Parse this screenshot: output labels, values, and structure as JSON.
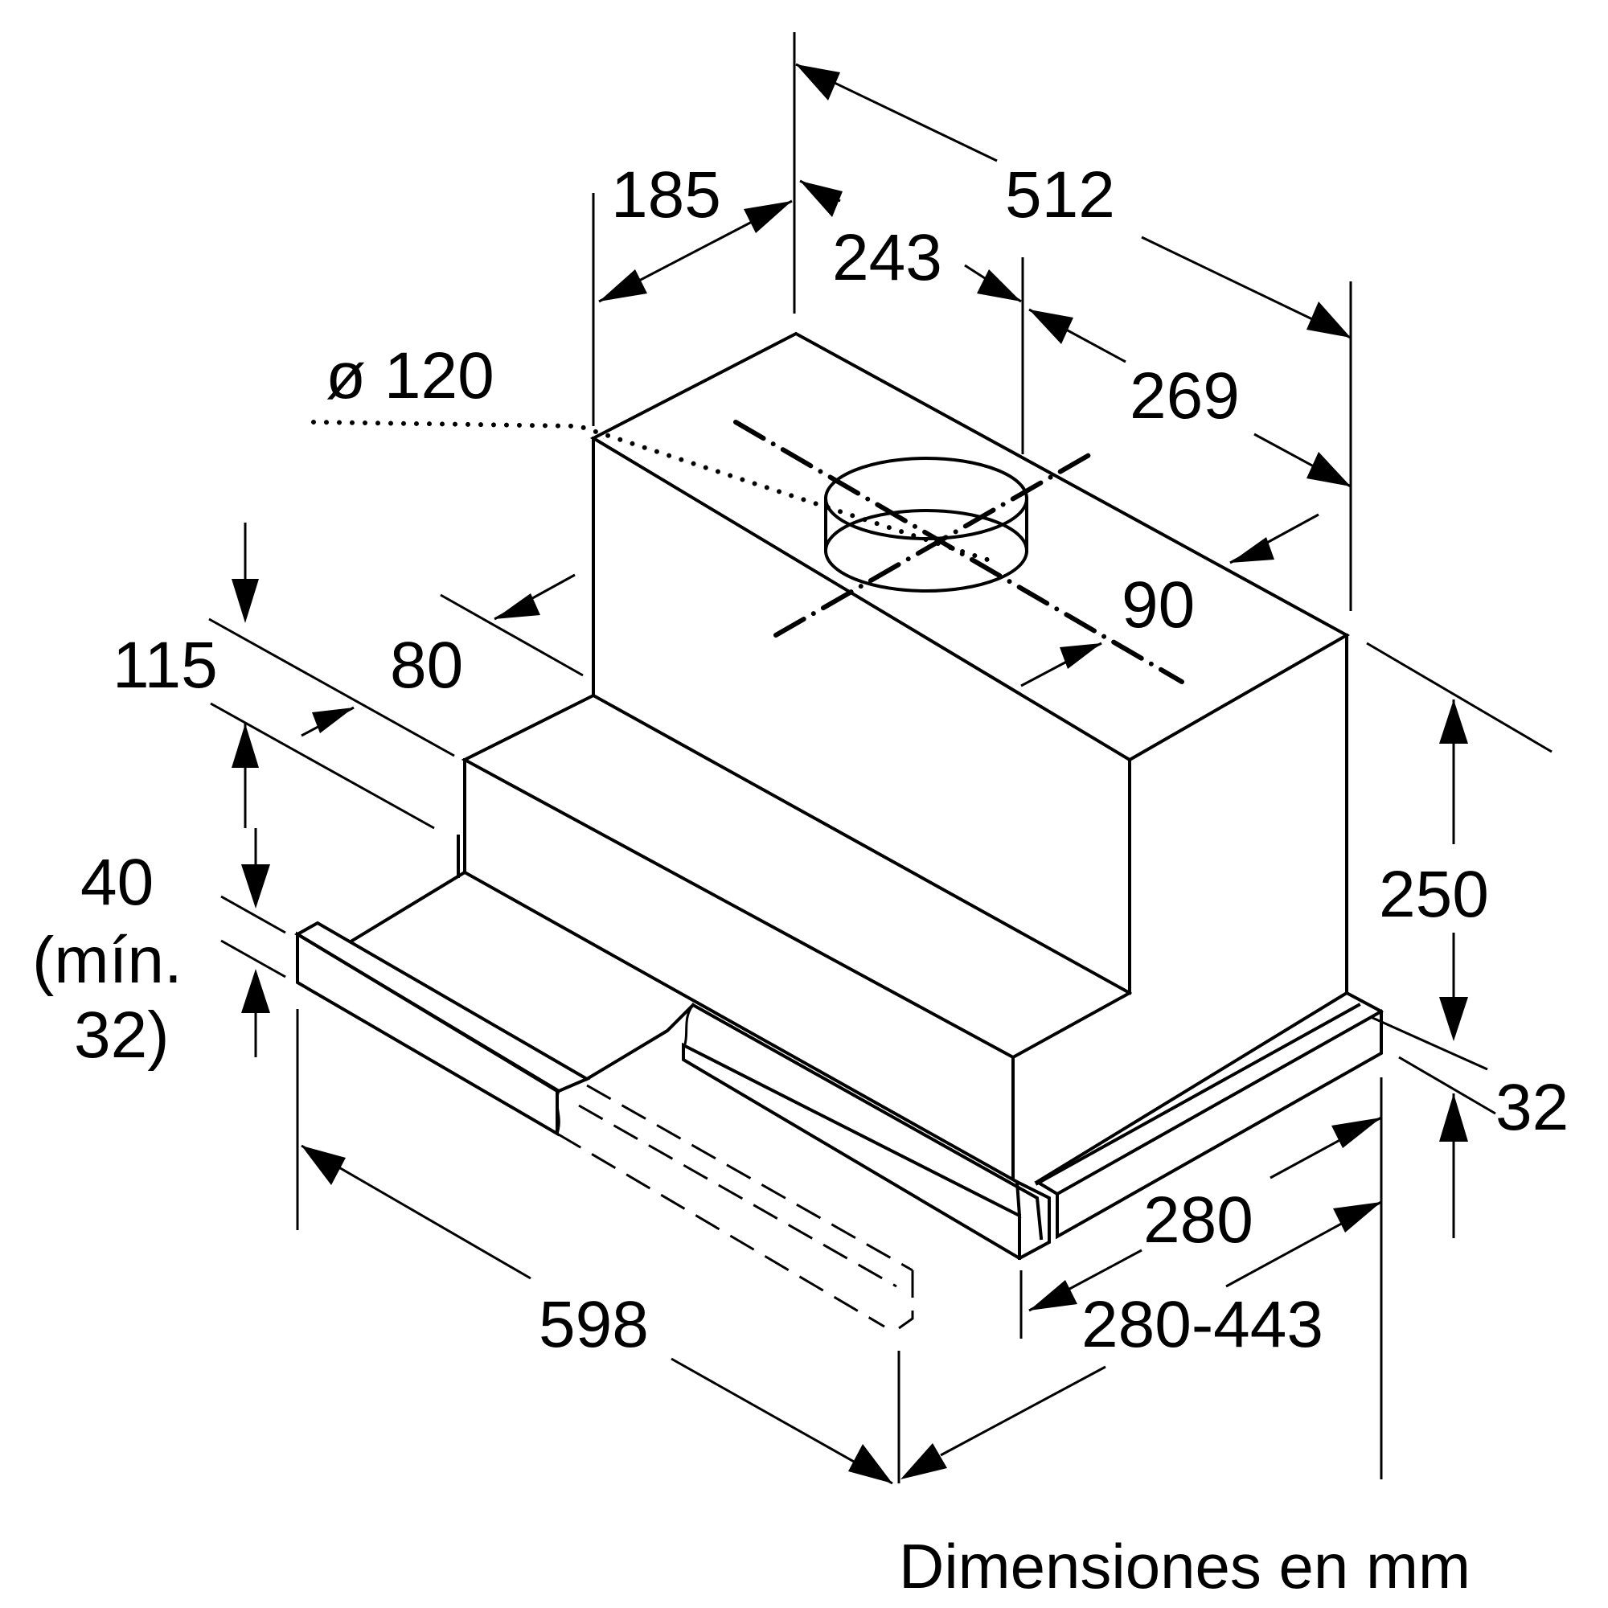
{
  "dimensions": {
    "width_total": "512",
    "depth_top": "185",
    "duct_offset": "243",
    "duct_to_back": "269",
    "duct_diameter": "ø 120",
    "duct_width": "90",
    "side_offset": "80",
    "drawer_gap": "115",
    "min_height_line1": "40",
    "min_height_line2": "(mín.",
    "min_height_line3": "32)",
    "total_height": "250",
    "panel_height": "32",
    "width": "598",
    "depth_closed": "280",
    "depth_extended": "280-443"
  },
  "caption": "Dimensiones en mm"
}
